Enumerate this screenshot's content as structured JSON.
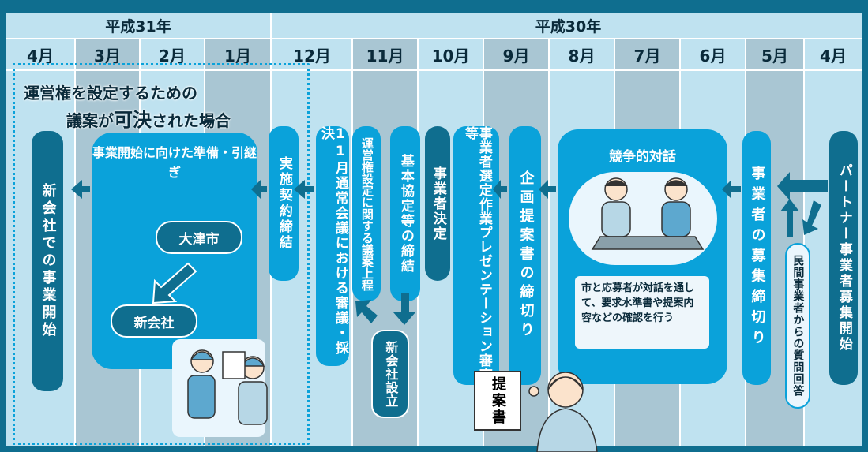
{
  "years": {
    "h31": "平成31年",
    "h30": "平成30年"
  },
  "months": [
    "4月",
    "3月",
    "2月",
    "1月",
    "12月",
    "11月",
    "10月",
    "9月",
    "8月",
    "7月",
    "6月",
    "5月",
    "4月"
  ],
  "dotted_caption": {
    "line1": "運営権を設定するための",
    "line2_a": "議案が",
    "line2_b": "可決",
    "line2_c": "された場合"
  },
  "steps": {
    "partner_start": "パートナー事業者募集開始",
    "private_qa": "民間事業者からの質問回答",
    "recruit_deadline": "事業者の募集締切り",
    "dialog_title": "競争的対話",
    "dialog_note": "市と応募者が対話を通して、要求水準書や提案内容などの確認を行う",
    "proposal_deadline": "企画提案書の締切り",
    "selection": "事業者選定作業プレゼンテーション審査等",
    "decision": "事業者決定",
    "basic_agreement": "基本協定等の締結",
    "bill": "運営権設定に関する議案上程",
    "new_company_setup": "新会社設立",
    "council": "11月通常会議における審議・採決",
    "contract": "実施契約締結",
    "prep_title": "事業開始に向けた準備・引継ぎ",
    "otsu": "大津市",
    "newco": "新会社",
    "start": "新会社での事業開始",
    "proposal_doc": "提案書"
  },
  "colors": {
    "dark": "#0f6e8f",
    "blue": "#0aa2da",
    "light": "#bfe2f0",
    "grey": "#a9c6d3"
  }
}
